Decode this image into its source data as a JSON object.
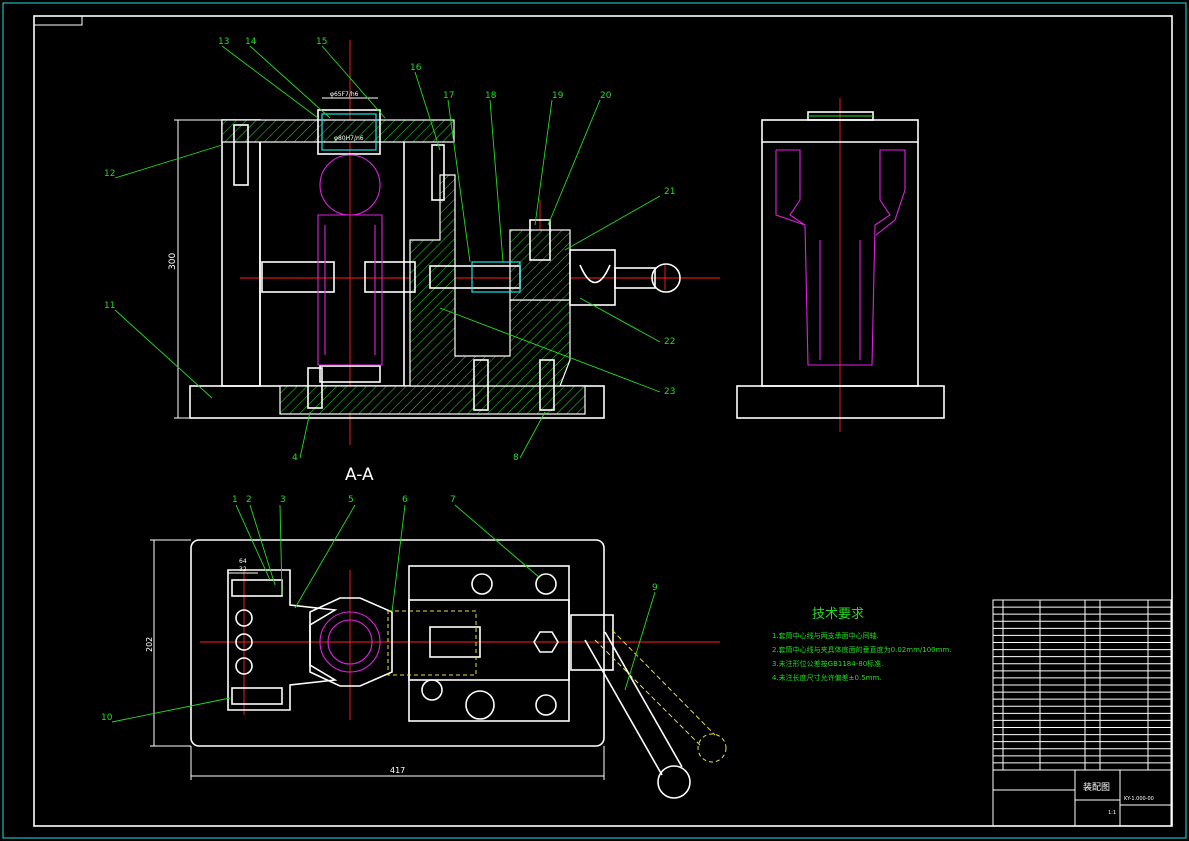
{
  "section_label": "A-A",
  "balloons_top": [
    "13",
    "14",
    "15",
    "16",
    "17",
    "18",
    "19",
    "20",
    "21",
    "12",
    "11",
    "22",
    "23",
    "4",
    "8"
  ],
  "balloons_bottom": [
    "1",
    "2",
    "3",
    "5",
    "6",
    "7",
    "9",
    "10"
  ],
  "dimensions": {
    "height_front": "300",
    "width_plan": "417",
    "height_plan": "202",
    "small_dim_1": "32",
    "small_dim_2": "64",
    "fit_top": "φ65F7/h6",
    "fit_mid": "φ80H7/n6"
  },
  "tech_requirements": {
    "title": "技术要求",
    "items": [
      "1.套筒中心线与两支承面中心同轴.",
      "2.套筒中心线与夹具体底面的垂直度为0.02mm/100mm.",
      "3.未注形位公差按GB1184-80标准.",
      "4.未注长度尺寸允许偏差±0.5mm."
    ]
  },
  "title_block": {
    "drawing_name": "装配图",
    "part_code": "KY-1.000-00",
    "scale": "1:1"
  },
  "colors": {
    "outline": "#ffffff",
    "center": "#ff2020",
    "leader": "#22dd22",
    "workpiece": "#e020e0",
    "hidden": "#20e0e0"
  }
}
